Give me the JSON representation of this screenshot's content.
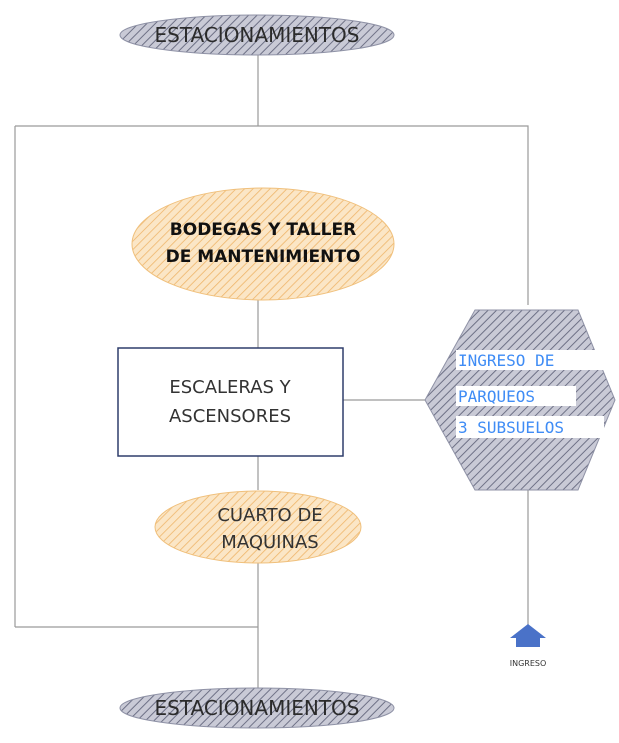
{
  "nodes": {
    "top_parking": {
      "label": "ESTACIONAMIENTOS"
    },
    "storage": {
      "line1": "BODEGAS Y TALLER",
      "line2": "DE MANTENIMIENTO"
    },
    "stairs": {
      "line1": "ESCALERAS Y",
      "line2": "ASCENSORES"
    },
    "machine_room": {
      "line1": "CUARTO DE",
      "line2": "MAQUINAS"
    },
    "parking_entry": {
      "line1": "INGRESO DE",
      "line2": "PARQUEOS",
      "line3": "3 SUBSUELOS"
    },
    "entrance": {
      "label": "INGRESO"
    },
    "bottom_parking": {
      "label": "ESTACIONAMIENTOS"
    }
  },
  "colors": {
    "gray_fill": "#c9cad6",
    "gray_hatch": "#6e7186",
    "orange_fill": "#fbe6c6",
    "orange_hatch": "#efb56a",
    "line": "#9a9a9a",
    "box_border": "#2f3d6b",
    "blue_text": "#3f8cf5",
    "arrow": "#4a72c8"
  }
}
